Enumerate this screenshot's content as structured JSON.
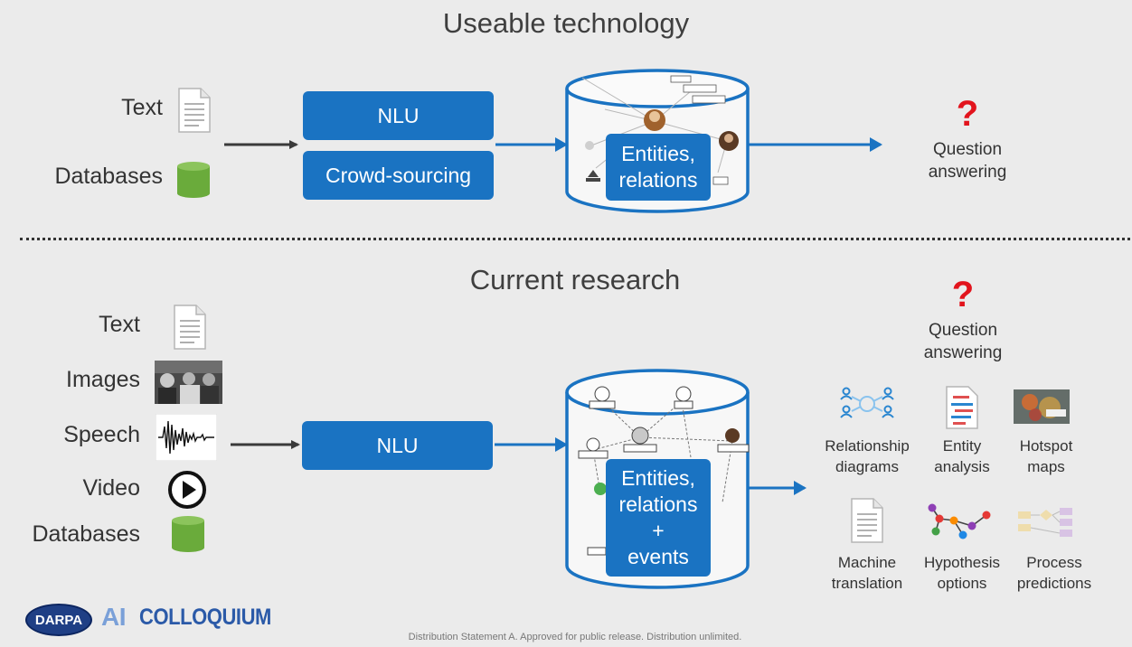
{
  "top": {
    "title": "Useable technology",
    "inputs": [
      "Text",
      "Databases"
    ],
    "box1": "NLU",
    "box2": "Crowd-sourcing",
    "store_line1": "Entities,",
    "store_line2": "relations",
    "qmark": "?",
    "qa_line1": "Question",
    "qa_line2": "answering"
  },
  "bottom": {
    "title": "Current research",
    "inputs": [
      "Text",
      "Images",
      "Speech",
      "Video",
      "Databases"
    ],
    "box": "NLU",
    "store_lines": [
      "Entities,",
      "relations",
      "+",
      "events"
    ],
    "qmark": "?",
    "qa_line1": "Question",
    "qa_line2": "answering",
    "outputs": [
      {
        "line1": "Relationship",
        "line2": "diagrams",
        "icon": "relationship-diagram-icon"
      },
      {
        "line1": "Entity",
        "line2": "analysis",
        "icon": "entity-analysis-icon"
      },
      {
        "line1": "Hotspot",
        "line2": "maps",
        "icon": "hotspot-map-icon"
      },
      {
        "line1": "Machine",
        "line2": "translation",
        "icon": "document-icon"
      },
      {
        "line1": "Hypothesis",
        "line2": "options",
        "icon": "hypothesis-graph-icon"
      },
      {
        "line1": "Process",
        "line2": "predictions",
        "icon": "process-flow-icon"
      }
    ]
  },
  "logo": {
    "badge": "DARPA",
    "ai": "AI",
    "word": "COLLOQUIUM"
  },
  "footer": "Distribution Statement A. Approved for public release. Distribution unlimited.",
  "colors": {
    "blue": "#1a73c2",
    "red": "#e2141d",
    "green": "#6aab3b",
    "background": "#ebebeb"
  }
}
